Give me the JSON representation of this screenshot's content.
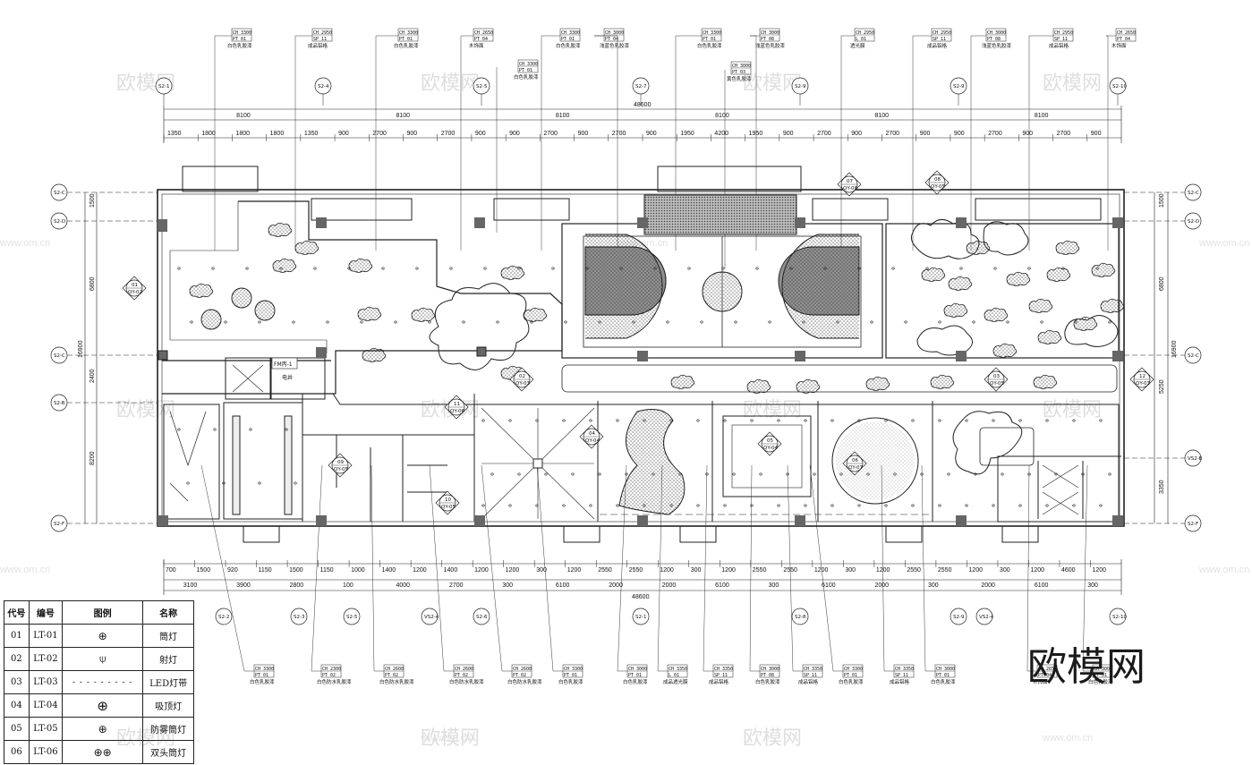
{
  "title_marks": [
    "FM丙-1",
    "电井"
  ],
  "watermark": {
    "logo": "欧模网",
    "url": "www.om.cn"
  },
  "top_dims": {
    "overall": "48600",
    "bays": [
      "8100",
      "8100",
      "8100",
      "8100",
      "8100",
      "8100"
    ],
    "details": [
      "1350",
      "1800",
      "1800",
      "1800",
      "1350",
      "900",
      "2700",
      "900",
      "2700",
      "900",
      "900",
      "2700",
      "900",
      "2700",
      "900",
      "1950",
      "4200",
      "1950",
      "900",
      "2700",
      "900",
      "2700",
      "900",
      "900",
      "2700",
      "900",
      "2700",
      "900"
    ]
  },
  "bottom_dims": {
    "row1": [
      "700",
      "1500",
      "920",
      "1150",
      "1500",
      "1150",
      "1000",
      "1400",
      "1200",
      "1400",
      "1200",
      "1200",
      "300",
      "1200",
      "2550",
      "2550",
      "1200",
      "300",
      "1200",
      "2550",
      "2550",
      "1200",
      "300",
      "1200",
      "2550",
      "2550",
      "1200",
      "300",
      "1200",
      "4600",
      "1200"
    ],
    "row2": [
      "3100",
      "3900",
      "2800",
      "100",
      "4000",
      "2700",
      "300",
      "6100",
      "2000",
      "2000",
      "6100",
      "300",
      "6100",
      "2000",
      "300",
      "2000",
      "6100",
      "300"
    ],
    "overall": "48600"
  },
  "left_dims": [
    "1500",
    "6800",
    "16900",
    "2400",
    "8200"
  ],
  "right_dims": [
    "1500",
    "6800",
    "16900",
    "5250",
    "3350"
  ],
  "axis_tags_top": [
    "S2-1",
    "S2-4",
    "S2-5",
    "S2-7",
    "S2-9",
    "S2-9",
    "S2-10"
  ],
  "axis_tags_bottom": [
    "S2-2",
    "S2-3",
    "S2-5",
    "VS2-4",
    "S2-6",
    "S2-1",
    "S2-8",
    "S2-9",
    "VS2-4",
    "S2-10"
  ],
  "axis_tags_left": [
    "S2-C",
    "S2-D",
    "S2-C",
    "S2-B",
    "S2-F"
  ],
  "axis_tags_right": [
    "S2-C",
    "S2-D",
    "S2-C",
    "VS2-B",
    "S2-F"
  ],
  "top_callouts": [
    {
      "code": "CH 3300",
      "code2": "PT 01",
      "name": "白色乳胶漆"
    },
    {
      "code": "CH 2950",
      "code2": "SP 11",
      "name": "成品铝格"
    },
    {
      "code": "CH 3300",
      "code2": "PT 01",
      "name": "白色乳胶漆"
    },
    {
      "code": "CH 2650",
      "code2": "PT 04",
      "name": "木饰面"
    },
    {
      "code": "CH 3300",
      "code2": "PT 01",
      "name": "白色乳胶漆"
    },
    {
      "code": "CH 3000",
      "code2": "PT 04",
      "name": "浅蓝色乳胶漆"
    },
    {
      "code": "CH 3300",
      "code2": "PT 01",
      "name": "白色乳胶漆"
    },
    {
      "code": "CH 3000",
      "code2": "PT 08",
      "name": "浅蓝色乳胶漆"
    },
    {
      "code": "CH 2950",
      "code2": "L 01",
      "name": "透光膜"
    },
    {
      "code": "CH 2950",
      "code2": "SP 11",
      "name": "成品铝格"
    },
    {
      "code": "CH 3000",
      "code2": "PT 08",
      "name": "浅蓝色乳胶漆"
    },
    {
      "code": "CH 2950",
      "code2": "SP 11",
      "name": "成品铝格"
    },
    {
      "code": "CH 2650",
      "code2": "PT 04",
      "name": "木饰面"
    }
  ],
  "top_callouts_extra": [
    {
      "code": "CH 3300",
      "code2": "PT 01",
      "name": "白色乳胶漆"
    },
    {
      "code": "CH 3000",
      "code2": "PT 03",
      "name": "黄色乳胶漆"
    }
  ],
  "bottom_callouts": [
    {
      "code": "CH 3300",
      "code2": "PT 01",
      "name": "白色乳胶漆"
    },
    {
      "code": "CH 2300",
      "code2": "PT 02",
      "name": "白色防水乳胶漆"
    },
    {
      "code": "CH 2600",
      "code2": "PT 02",
      "name": "白色防水乳胶漆"
    },
    {
      "code": "CH 2600",
      "code2": "PT 02",
      "name": "白色防水乳胶漆"
    },
    {
      "code": "CH 2600",
      "code2": "PT 02",
      "name": "白色防水乳胶漆"
    },
    {
      "code": "CH 3300",
      "code2": "PT 01",
      "name": "白色乳胶漆"
    },
    {
      "code": "CH 3000",
      "code2": "PT 01",
      "name": "白色乳胶漆"
    },
    {
      "code": "CH 3350",
      "code2": "L 01",
      "name": "成品透光膜"
    },
    {
      "code": "CH 3350",
      "code2": "SP 11",
      "name": "成品铝格"
    },
    {
      "code": "CH 3000",
      "code2": "PT 08",
      "name": "白色乳胶漆"
    },
    {
      "code": "CH 3350",
      "code2": "SP 11",
      "name": "成品铝格"
    },
    {
      "code": "CH 3300",
      "code2": "PT 01",
      "name": "白色乳胶漆"
    },
    {
      "code": "CH 3350",
      "code2": "SP 11",
      "name": "成品铝格"
    },
    {
      "code": "CH 3000",
      "code2": "PT 01",
      "name": "白色乳胶漆"
    },
    {
      "code": "CH 2650",
      "code2": "PT 04",
      "name": "木饰面"
    },
    {
      "code": "CH 3000",
      "code2": "PT 01",
      "name": "白色乳胶漆"
    }
  ],
  "section_markers": [
    {
      "num": "01",
      "ref": "QY-02"
    },
    {
      "num": "02",
      "ref": "QY-03"
    },
    {
      "num": "03",
      "ref": "QY-05"
    },
    {
      "num": "04",
      "ref": "QY-04"
    },
    {
      "num": "05",
      "ref": "QY-04"
    },
    {
      "num": "06",
      "ref": "QY-07"
    },
    {
      "num": "07",
      "ref": "QY-08"
    },
    {
      "num": "08",
      "ref": "QY-05"
    },
    {
      "num": "09",
      "ref": "QY-05"
    },
    {
      "num": "10",
      "ref": "QY-05"
    },
    {
      "num": "11",
      "ref": "QY-06"
    },
    {
      "num": "12",
      "ref": "QY-03"
    }
  ],
  "legend": {
    "headers": [
      "代号",
      "编号",
      "图例",
      "名称"
    ],
    "rows": [
      {
        "code": "01",
        "id": "LT-01",
        "icon": "downlight-icon",
        "name": "筒灯"
      },
      {
        "code": "02",
        "id": "LT-02",
        "icon": "spotlight-icon",
        "name": "射灯"
      },
      {
        "code": "03",
        "id": "LT-03",
        "icon": "led-strip-icon",
        "name": "LED灯带"
      },
      {
        "code": "04",
        "id": "LT-04",
        "icon": "ceiling-light-icon",
        "name": "吸顶灯"
      },
      {
        "code": "05",
        "id": "LT-05",
        "icon": "fog-proof-downlight-icon",
        "name": "防雾筒灯"
      },
      {
        "code": "06",
        "id": "LT-06",
        "icon": "double-downlight-icon",
        "name": "双头筒灯"
      }
    ]
  },
  "colors": {
    "line": "#222222",
    "hatch": "#555555",
    "solid_gray": "#9a9a9a",
    "column": "#666666"
  }
}
